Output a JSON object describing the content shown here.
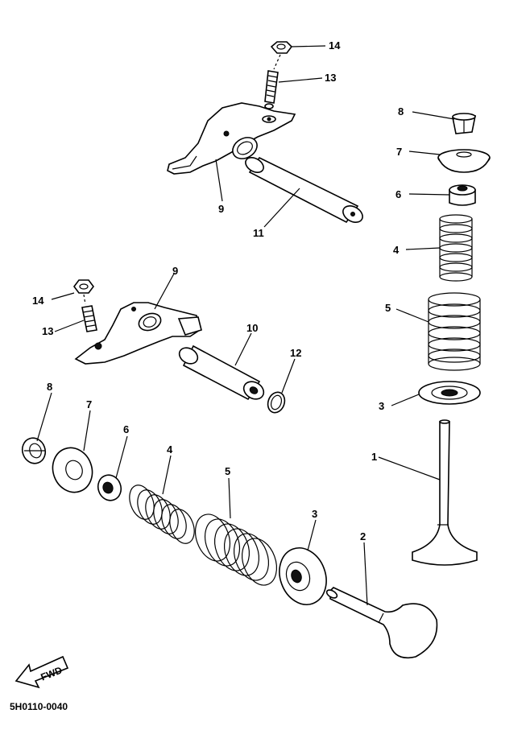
{
  "diagram": {
    "code": "5H0110-0040",
    "fwd_text": "FWD",
    "callouts": [
      {
        "id": "c14a",
        "text": "14"
      },
      {
        "id": "c13a",
        "text": "13"
      },
      {
        "id": "c9a",
        "text": "9"
      },
      {
        "id": "c11",
        "text": "11"
      },
      {
        "id": "c8a",
        "text": "8"
      },
      {
        "id": "c7a",
        "text": "7"
      },
      {
        "id": "c6a",
        "text": "6"
      },
      {
        "id": "c4a",
        "text": "4"
      },
      {
        "id": "c5a",
        "text": "5"
      },
      {
        "id": "c3a",
        "text": "3"
      },
      {
        "id": "c1",
        "text": "1"
      },
      {
        "id": "c9b",
        "text": "9"
      },
      {
        "id": "c14b",
        "text": "14"
      },
      {
        "id": "c13b",
        "text": "13"
      },
      {
        "id": "c10",
        "text": "10"
      },
      {
        "id": "c12",
        "text": "12"
      },
      {
        "id": "c8b",
        "text": "8"
      },
      {
        "id": "c7b",
        "text": "7"
      },
      {
        "id": "c6b",
        "text": "6"
      },
      {
        "id": "c4b",
        "text": "4"
      },
      {
        "id": "c5b",
        "text": "5"
      },
      {
        "id": "c3b",
        "text": "3"
      },
      {
        "id": "c2",
        "text": "2"
      }
    ]
  }
}
